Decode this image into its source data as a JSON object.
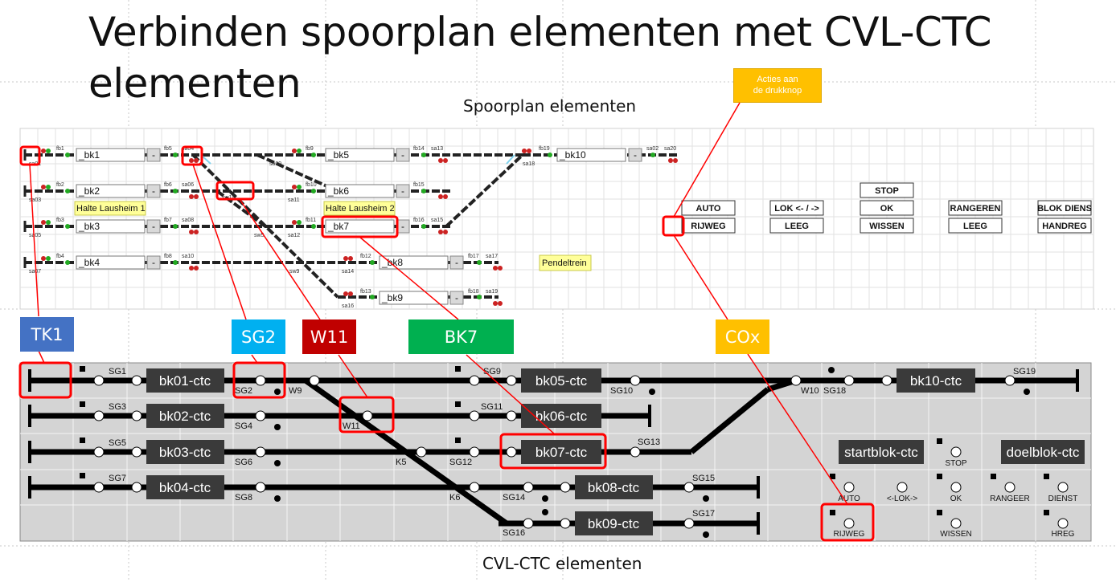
{
  "title": "Verbinden spoorplan elementen met CVL-CTC elementen",
  "title_line1": "Verbinden spoorplan elementen met CVL-CTC",
  "title_line2": "elementen",
  "caption_top": "Spoorplan elementen",
  "caption_bottom": "CVL-CTC elementen",
  "acties_label": "Acties aan de drukknop",
  "acties_line1": "Acties aan",
  "acties_line2": "de drukknop",
  "tags": {
    "tk1": {
      "label": "TK1",
      "color": "#4472c4"
    },
    "sg2": {
      "label": "SG2",
      "color": "#00b0f0"
    },
    "w11": {
      "label": "W11",
      "color": "#c00000"
    },
    "bk7": {
      "label": "BK7",
      "color": "#00b050"
    },
    "cox": {
      "label": "COx",
      "color": "#ffc000"
    }
  },
  "highlight_color": "#ff0000",
  "spoorplan": {
    "blocks": [
      "_bk1",
      "_bk2",
      "_bk3",
      "_bk4",
      "_bk5",
      "_bk6",
      "_bk7",
      "_bk8",
      "_bk9",
      "_bk10"
    ],
    "halte1": "Halte Lausheim 1",
    "halte2": "Halte Lausheim 2",
    "pendeltrein": "Pendeltrein",
    "minus": "-",
    "small_labels": [
      "sa01",
      "sa03",
      "sa05",
      "sa07",
      "sa09",
      "sa11",
      "sa12",
      "sa14",
      "sa16",
      "sa18",
      "sw5",
      "sw9",
      "sw11",
      "fb1",
      "fb2",
      "fb3",
      "fb4",
      "fb5",
      "fb6",
      "fb7",
      "fb8",
      "fb9",
      "fb10",
      "fb11",
      "fb12",
      "fb13",
      "fb14",
      "fb15",
      "fb16",
      "fb17",
      "fb18",
      "fb19",
      "sa02",
      "sa04",
      "sa06",
      "sa08",
      "sa10",
      "sa13",
      "sa15",
      "sa17",
      "sa19",
      "sa20"
    ],
    "buttons": {
      "auto": "AUTO",
      "rijweg": "RIJWEG",
      "lok": "LOK <- / ->",
      "leeg1": "LEEG",
      "stop": "STOP",
      "ok": "OK",
      "wissen": "WISSEN",
      "rangeren": "RANGEREN",
      "leeg2": "LEEG",
      "blok_dienst": "BLOK DIENS",
      "handreg": "HANDREG"
    }
  },
  "ctc": {
    "blocks": [
      "bk01-ctc",
      "bk02-ctc",
      "bk03-ctc",
      "bk04-ctc",
      "bk05-ctc",
      "bk06-ctc",
      "bk07-ctc",
      "bk08-ctc",
      "bk09-ctc",
      "bk10-ctc",
      "startblok-ctc",
      "doelblok-ctc"
    ],
    "signals": [
      "SG1",
      "SG2",
      "SG3",
      "SG4",
      "SG5",
      "SG6",
      "SG7",
      "SG8",
      "SG9",
      "SG10",
      "SG11",
      "SG12",
      "SG13",
      "SG14",
      "SG15",
      "SG16",
      "SG17",
      "SG18",
      "SG19"
    ],
    "switches": [
      "W9",
      "W10",
      "W11",
      "K5",
      "K6"
    ],
    "buttons": [
      "STOP",
      "AUTO",
      "<-LOK->",
      "OK",
      "RANGEER",
      "DIENST",
      "RIJWEG",
      "WISSEN",
      "HREG"
    ]
  }
}
